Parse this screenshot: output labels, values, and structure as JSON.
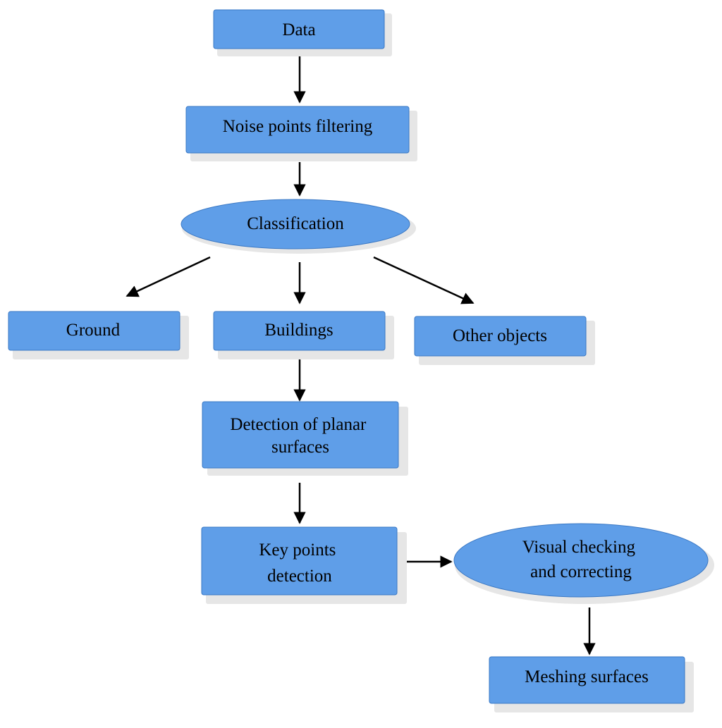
{
  "colors": {
    "node_fill": "#5f9ee8",
    "node_border": "#3a78c4",
    "shadow": "#e6e6e6",
    "arrow": "#000000",
    "background": "#ffffff"
  },
  "nodes": {
    "data": "Data",
    "noise_filtering": "Noise points filtering",
    "classification": "Classification",
    "ground": "Ground",
    "buildings": "Buildings",
    "other_objects": "Other objects",
    "detection_planar": [
      "Detection of planar",
      "surfaces"
    ],
    "key_points": [
      "Key points",
      "detection"
    ],
    "visual_checking": [
      "Visual checking",
      "and correcting"
    ],
    "meshing": "Meshing surfaces"
  }
}
